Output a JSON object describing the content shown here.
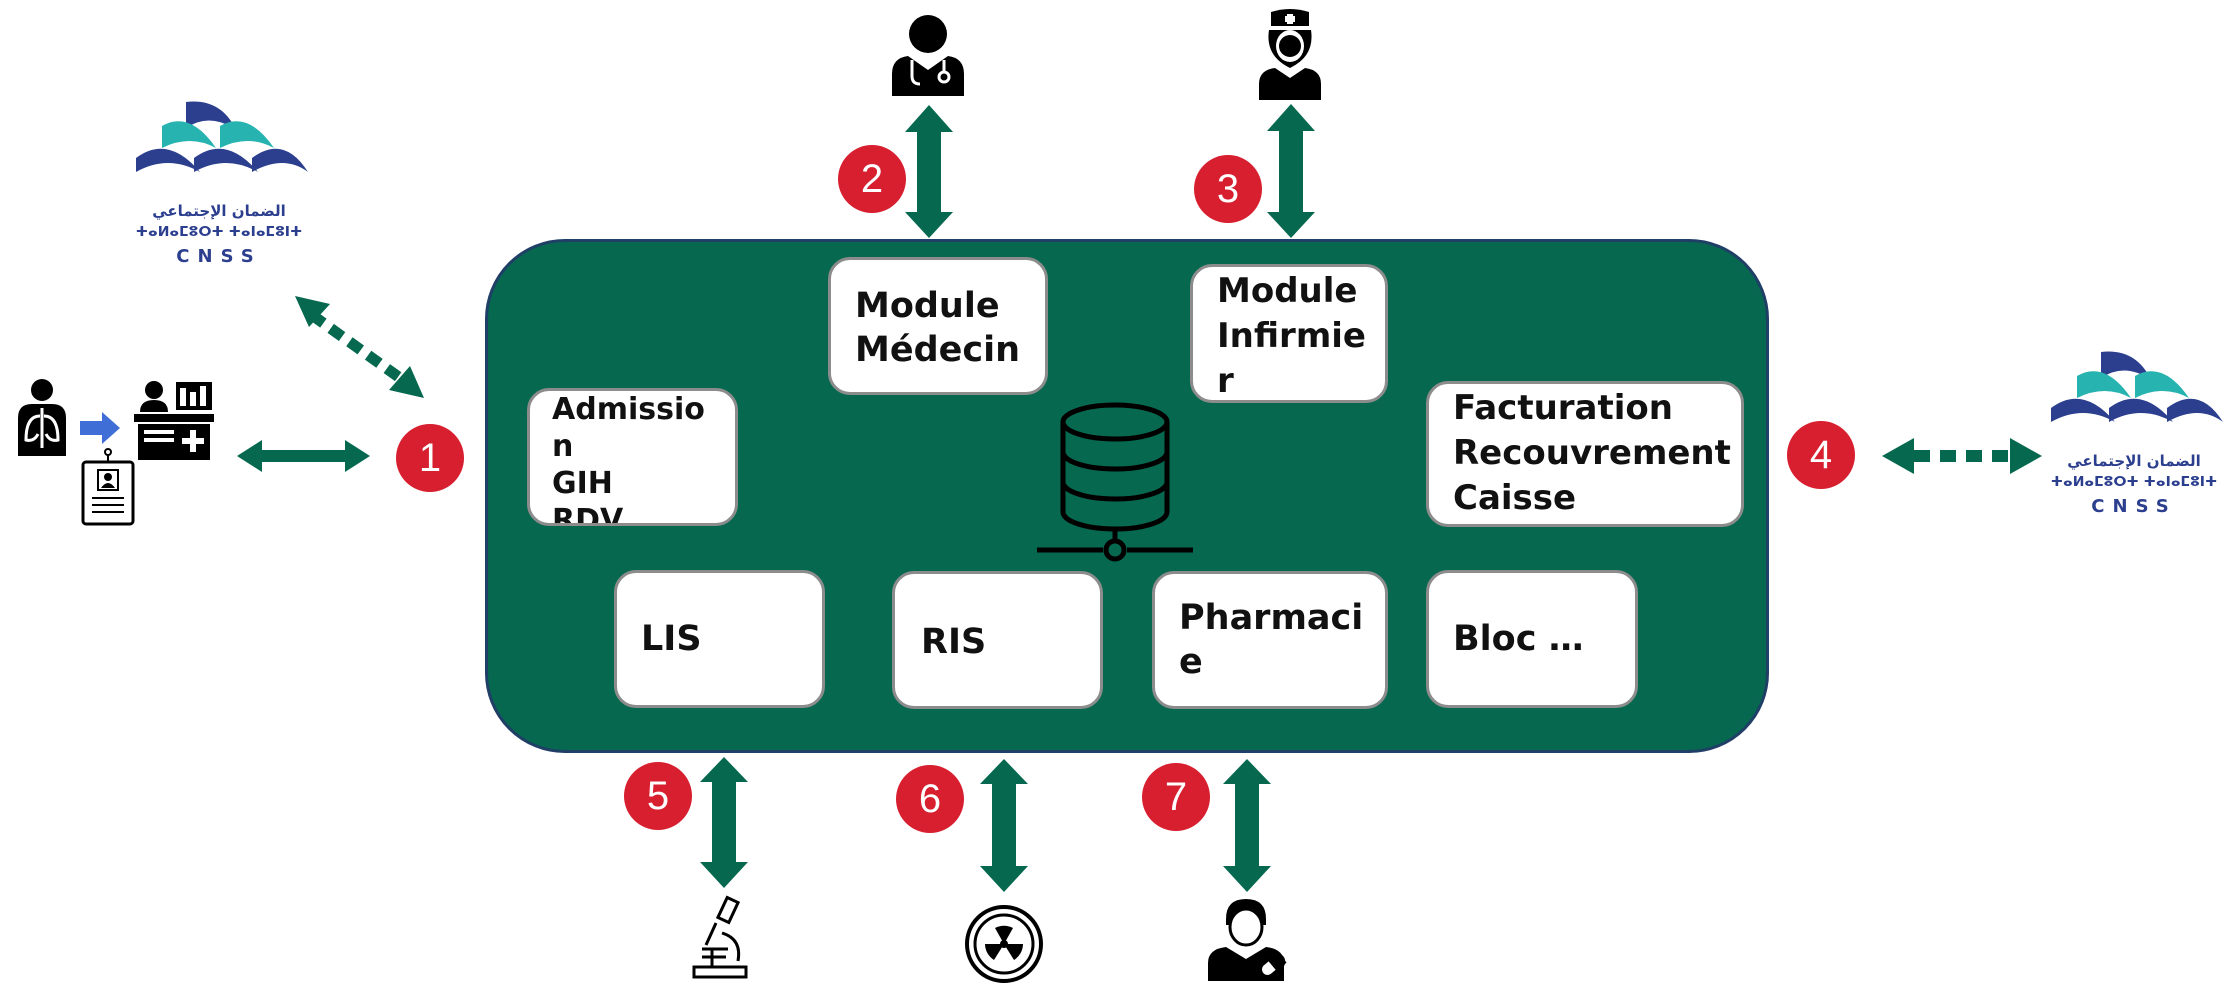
{
  "colors": {
    "hub": "#05684f",
    "arrow": "#05684f",
    "badge": "#d71f2f",
    "cnss_blue": "#2c3f8f",
    "cnss_teal": "#27b3b0"
  },
  "modules": {
    "admission": [
      "Admissio",
      "n",
      "GIH",
      "RDV"
    ],
    "medecin": [
      "Module",
      "Médecin"
    ],
    "infirmier": [
      "Module",
      "Infirmie",
      "r"
    ],
    "facturation": [
      "Facturation",
      "Recouvrement",
      "Caisse"
    ],
    "lis": [
      "LIS"
    ],
    "ris": [
      "RIS"
    ],
    "pharmacie": [
      "Pharmaci",
      "e"
    ],
    "bloc": [
      "Bloc …"
    ]
  },
  "badges": [
    "1",
    "2",
    "3",
    "4",
    "5",
    "6",
    "7"
  ],
  "cnss": {
    "arabic": "الضمان الإجتماعي",
    "tifinagh": "ⵜⴰⵍⴰⵎⵓⵔⵜ ⵜⴰⵏⴰⵎⵓⵏⵜ",
    "name": "CNSS"
  },
  "icons": {
    "center": "database-server-icon",
    "patient": "patient-xray-icon",
    "reception": "reception-desk-icon",
    "id_card": "id-card-icon",
    "doctor": "doctor-icon",
    "nurse": "nurse-icon",
    "microscope": "microscope-icon",
    "radiation": "radiation-icon",
    "pharmacist": "pharmacist-icon"
  }
}
